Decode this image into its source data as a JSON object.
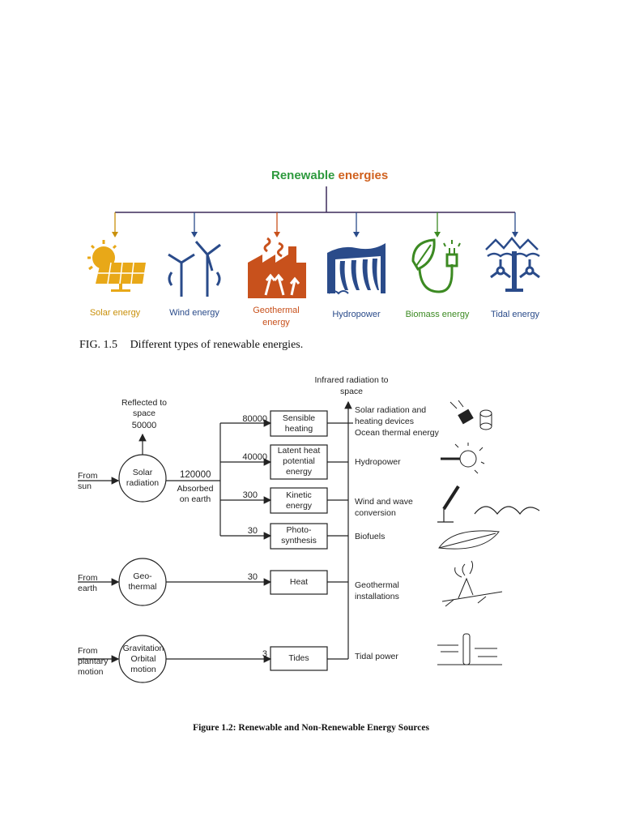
{
  "fig1": {
    "title_part1": "Renewable",
    "title_part2": "energies",
    "title_color1": "#2e9a3e",
    "title_color2": "#d0611e",
    "items": [
      {
        "label": "Solar energy",
        "color": "#c9900a",
        "icon": "solar-panel-sun-icon"
      },
      {
        "label": "Wind energy",
        "color": "#2a4b8a",
        "icon": "wind-turbine-icon"
      },
      {
        "label": "Geothermal energy",
        "color": "#c8511c",
        "icon": "geothermal-plant-icon"
      },
      {
        "label": "Hydropower",
        "color": "#2a4b8a",
        "icon": "dam-icon"
      },
      {
        "label": "Biomass energy",
        "color": "#3c8a22",
        "icon": "leaf-plug-icon"
      },
      {
        "label": "Tidal energy",
        "color": "#2a4b8a",
        "icon": "tidal-turbine-icon"
      }
    ],
    "caption_label": "FIG. 1.5",
    "caption_text": "Different types of renewable energies."
  },
  "fig2": {
    "infrared": "Infrared radiation to space",
    "reflected": "Reflected to space",
    "reflected_value": "50000",
    "absorbed_value": "120000",
    "absorbed_text": "Absorbed on earth",
    "sources": [
      {
        "from": "From sun",
        "circle": "Solar radiation"
      },
      {
        "from": "From earth",
        "circle": "Geo- thermal"
      },
      {
        "from": "From plantary motion",
        "circle": "Gravitation Orbital motion"
      }
    ],
    "flows": [
      {
        "value": "80000",
        "box": "Sensible heating",
        "output": "Solar radiation and heating devices Ocean thermal energy",
        "icon": "solar-collector-icon"
      },
      {
        "value": "40000",
        "box": "Latent heat potential energy",
        "output": "Hydropower",
        "icon": "water-wheel-icon"
      },
      {
        "value": "300",
        "box": "Kinetic energy",
        "output": "Wind and wave conversion",
        "icon": "windmill-wave-icon"
      },
      {
        "value": "30",
        "box": "Photo- synthesis",
        "output": "Biofuels",
        "icon": "leaf-icon"
      },
      {
        "value": "30",
        "box": "Heat",
        "output": "Geothermal installations",
        "icon": "volcano-icon"
      },
      {
        "value": "3",
        "box": "Tides",
        "output": "Tidal power",
        "icon": "tide-gauge-icon"
      }
    ],
    "caption": "Figure 1.2: Renewable and Non-Renewable Energy Sources"
  }
}
